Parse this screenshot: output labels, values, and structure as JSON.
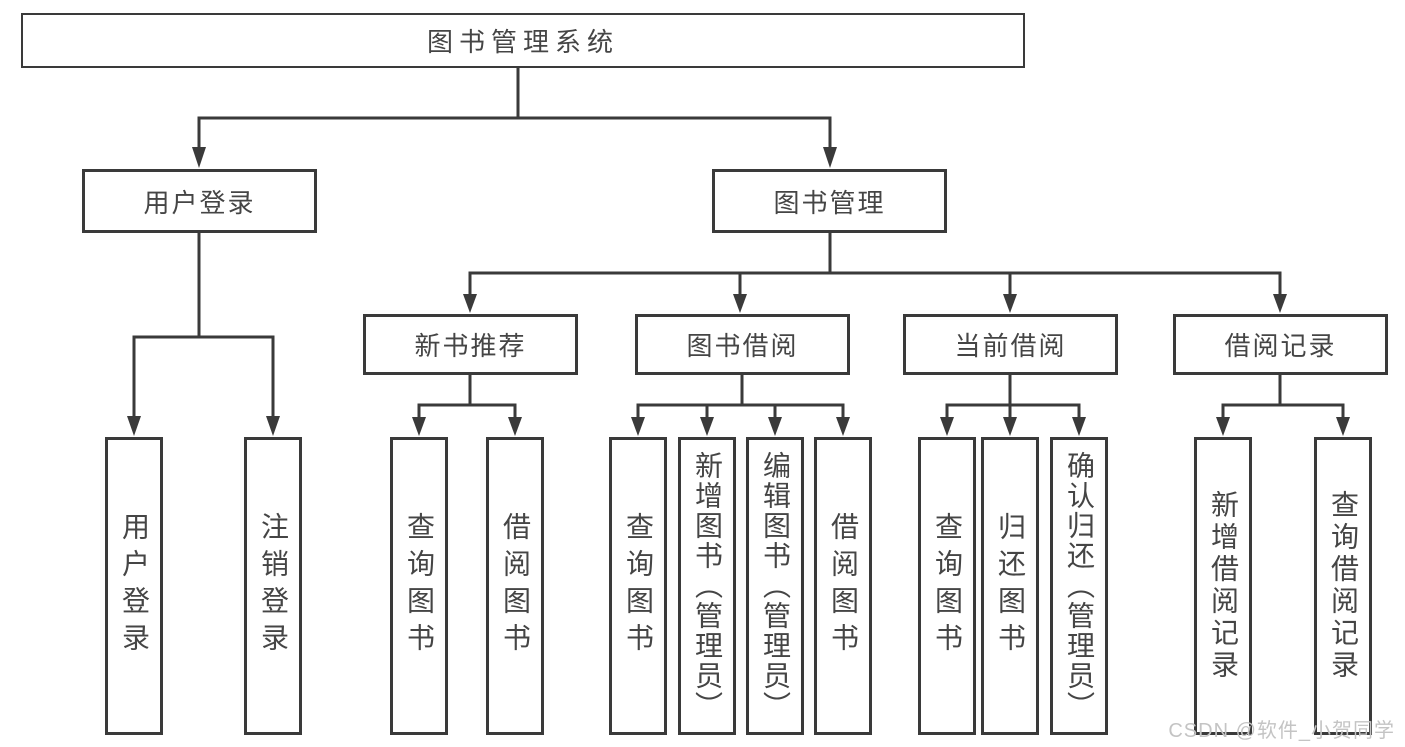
{
  "title": "图书管理系统",
  "branches": [
    {
      "label": "用户登录",
      "children": [
        "用户登录",
        "注销登录"
      ]
    },
    {
      "label": "图书管理",
      "modules": [
        {
          "label": "新书推荐",
          "children": [
            "查询图书",
            "借阅图书"
          ]
        },
        {
          "label": "图书借阅",
          "children": [
            "查询图书",
            "新增图书（管理员）",
            "编辑图书（管理员）",
            "借阅图书"
          ]
        },
        {
          "label": "当前借阅",
          "children": [
            "查询图书",
            "归还图书",
            "确认归还（管理员）"
          ]
        },
        {
          "label": "借阅记录",
          "children": [
            "新增借阅记录",
            "查询借阅记录"
          ]
        }
      ]
    }
  ],
  "watermark": "CSDN @软件_小贺同学",
  "colors": {
    "line": "#3a3a3a",
    "text": "#454545",
    "box_background": "#ffffff",
    "watermark": "#c4c4c4"
  }
}
